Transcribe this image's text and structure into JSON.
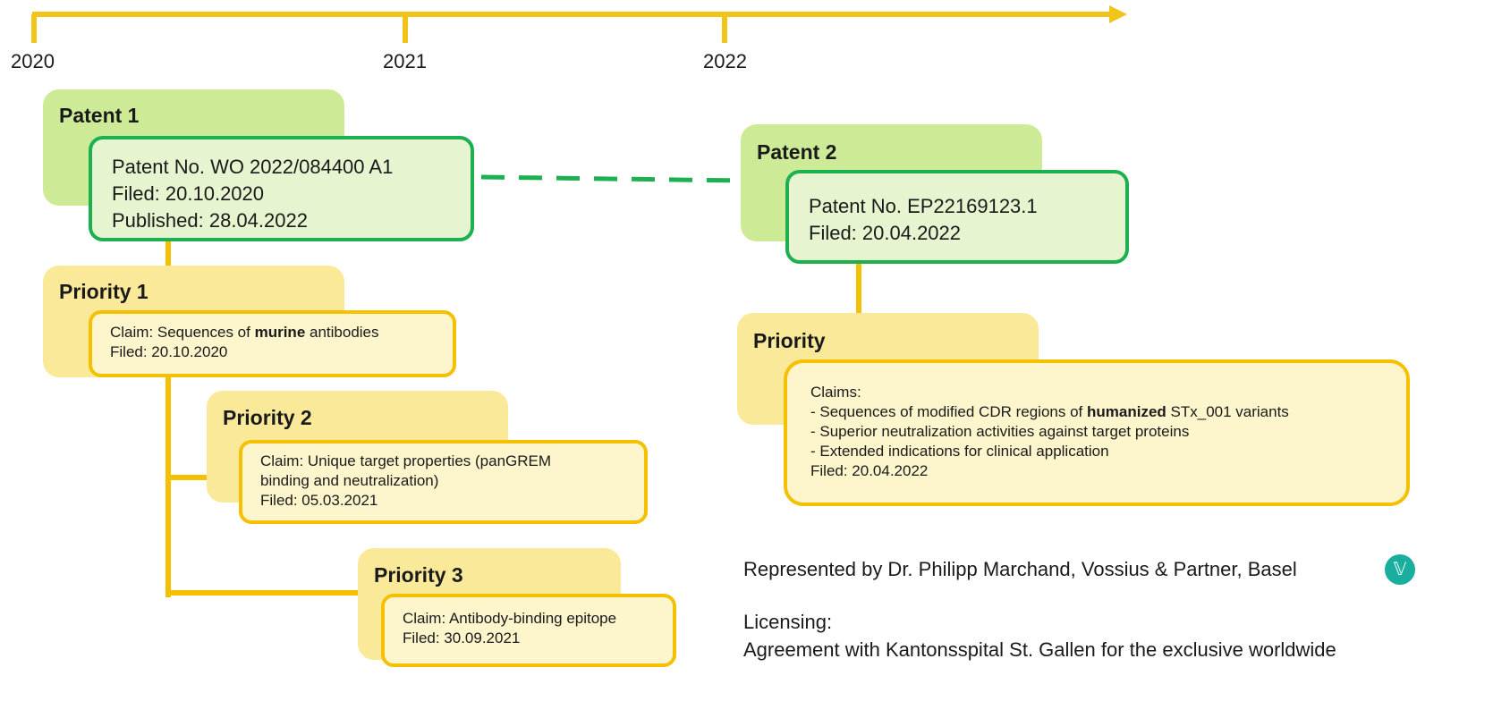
{
  "timeline": {
    "years": [
      "2020",
      "2021",
      "2022"
    ],
    "color": "#f0c419"
  },
  "patent1": {
    "heading": "Patent 1",
    "number": "Patent No. WO 2022/084400 A1",
    "filed": "Filed: 20.10.2020",
    "published": "Published: 28.04.2022"
  },
  "priority1": {
    "heading": "Priority 1",
    "claim_pre": "Claim: Sequences of ",
    "claim_bold": "murine",
    "claim_post": " antibodies",
    "filed": "Filed: 20.10.2020"
  },
  "priority2": {
    "heading": "Priority 2",
    "claim_line1": "Claim: Unique target properties (panGREM",
    "claim_line2": "binding and neutralization)",
    "filed": "Filed: 05.03.2021"
  },
  "priority3": {
    "heading": "Priority 3",
    "claim": "Claim: Antibody-binding epitope",
    "filed": "Filed: 30.09.2021"
  },
  "patent2": {
    "heading": "Patent 2",
    "number": "Patent No. EP22169123.1",
    "filed": "Filed: 20.04.2022"
  },
  "priority": {
    "heading": "Priority",
    "claims_label": "Claims:",
    "claim1_pre": "- Sequences of modified CDR regions of ",
    "claim1_bold": "humanized",
    "claim1_post": " STx_001 variants",
    "claim2": "- Superior neutralization activities against target proteins",
    "claim3": "- Extended indications for clinical application",
    "filed": "Filed: 20.04.2022"
  },
  "footer": {
    "represented": "Represented by Dr. Philipp Marchand, Vossius & Partner, Basel",
    "licensing_label": "Licensing:",
    "agreement": "Agreement with Kantonsspital St. Gallen for the exclusive worldwide"
  },
  "colors": {
    "patent_border": "#1db050",
    "priority_border": "#f5c000",
    "connector": "#1db050"
  },
  "icons": {
    "vossius_logo": "vossius-logo-icon"
  }
}
